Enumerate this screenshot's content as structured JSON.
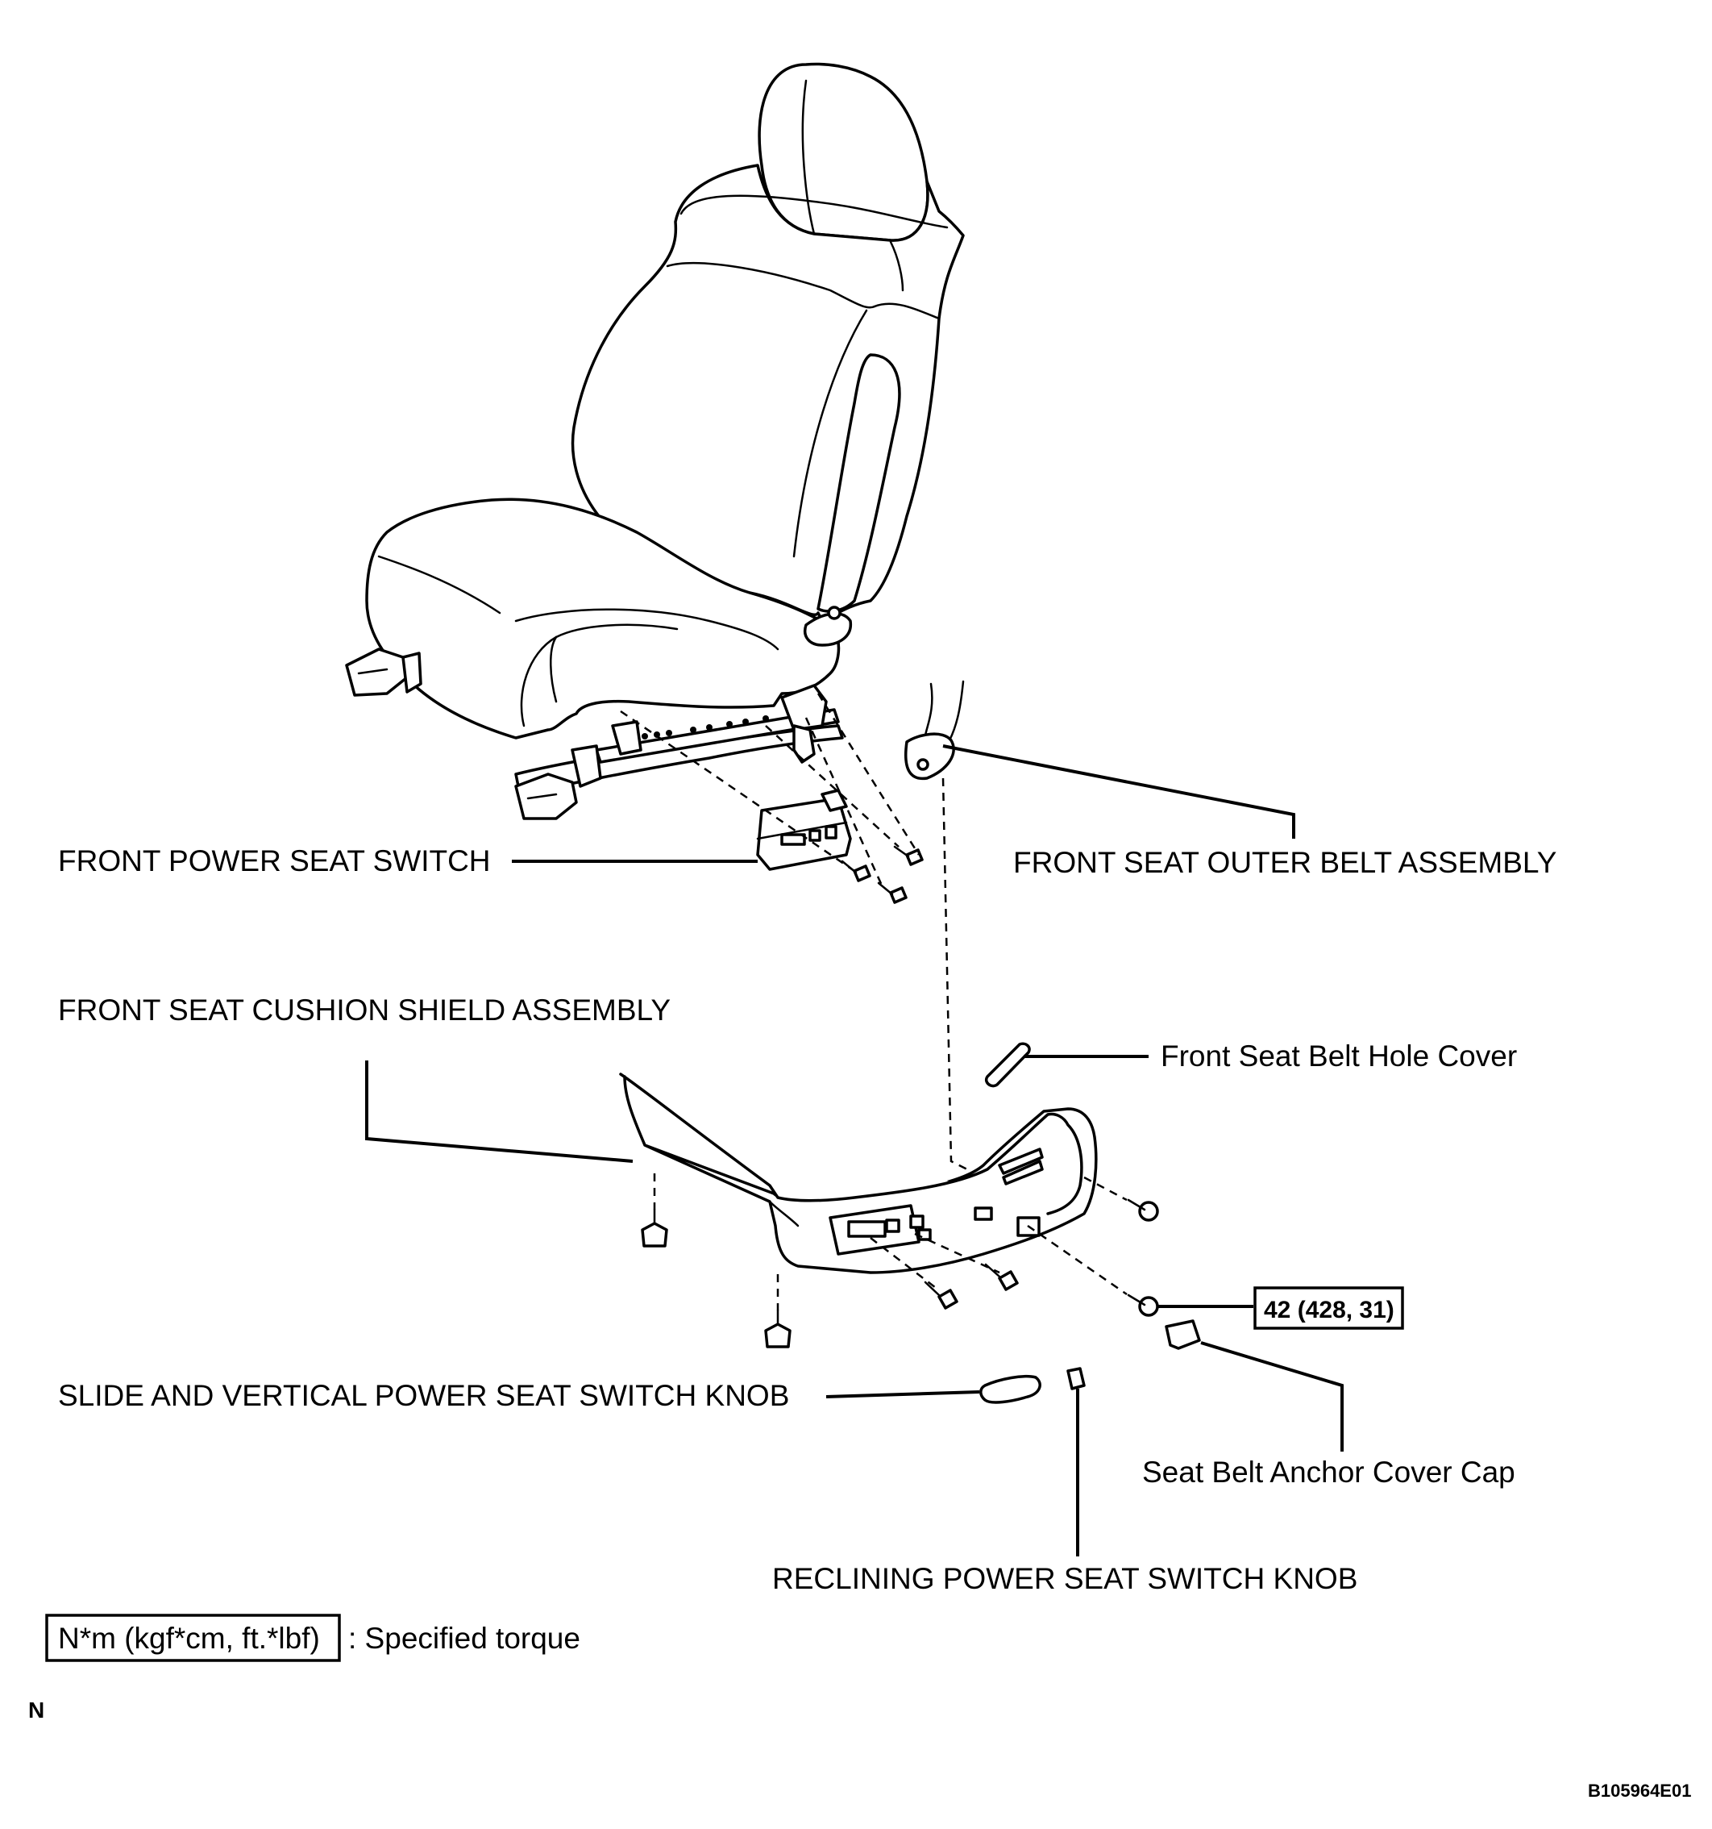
{
  "labels": {
    "front_power_seat_switch": "FRONT POWER SEAT SWITCH",
    "front_seat_outer_belt_assembly": "FRONT SEAT OUTER BELT ASSEMBLY",
    "front_seat_cushion_shield_assembly": "FRONT SEAT CUSHION SHIELD ASSEMBLY",
    "front_seat_belt_hole_cover": "Front Seat Belt Hole Cover",
    "torque_value": "42 (428, 31)",
    "slide_vertical_knob": "SLIDE AND VERTICAL POWER SEAT SWITCH KNOB",
    "seat_belt_anchor_cover_cap": "Seat Belt Anchor Cover Cap",
    "reclining_knob": "RECLINING POWER SEAT SWITCH KNOB"
  },
  "legend": {
    "unit_box": "N*m (kgf*cm, ft.*lbf)",
    "meaning": ": Specified torque"
  },
  "view_marker": "N",
  "figure_code": "B105964E01"
}
